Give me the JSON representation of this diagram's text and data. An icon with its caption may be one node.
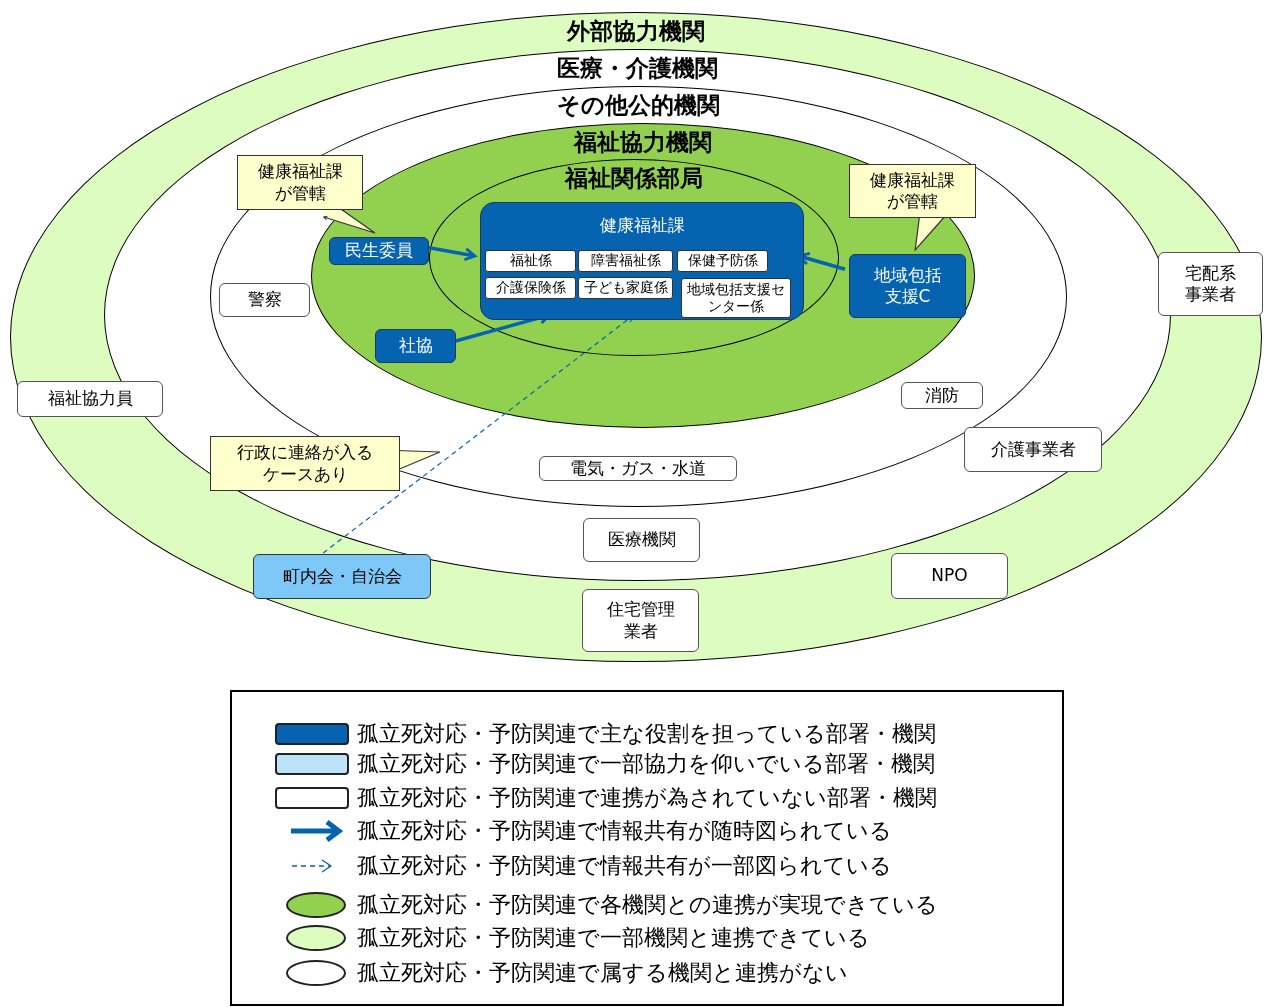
{
  "diagram": {
    "nodes": [
      {
        "text": [
          "外部協力機関"
        ]
      },
      {
        "text": [
          "医療・介護機関"
        ],
        "in": 0
      },
      {
        "text": [
          "その他公的機関"
        ],
        "in": 1
      },
      {
        "text": [
          "福祉協力機関"
        ],
        "in": 2
      },
      {
        "text": [
          "福祉関係部局"
        ],
        "in": 3
      },
      {
        "text": [
          "健康福祉課"
        ],
        "in": 4
      },
      {
        "text": [
          "福祉係"
        ],
        "in": 5
      },
      {
        "text": [
          "障害福祉係"
        ],
        "in": 5
      },
      {
        "text": [
          "保健予防係"
        ],
        "in": 5
      },
      {
        "text": [
          "介護保険係"
        ],
        "in": 5
      },
      {
        "text": [
          "子ども家庭係"
        ],
        "in": 5
      },
      {
        "text": [
          "地域包括支援センター係"
        ],
        "in": 5
      },
      {
        "text": [
          "健康福祉課が管轄"
        ],
        "in": 2
      },
      {
        "text": [
          "民生委員"
        ],
        "in": 3
      },
      {
        "text": [
          "健康福祉課が管轄"
        ],
        "in": 3
      },
      {
        "text": [
          "地域包括支援C"
        ],
        "in": 3
      },
      {
        "text": [
          "警察"
        ],
        "in": 2
      },
      {
        "text": [
          "社協"
        ],
        "in": 3
      },
      {
        "text": [
          "宅配系事業者"
        ],
        "in": 0
      },
      {
        "text": [
          "福祉協力員"
        ],
        "in": 0
      },
      {
        "text": [
          "消防"
        ],
        "in": 2
      },
      {
        "text": [
          "行政に連絡が入るケースあり"
        ],
        "in": 2
      },
      {
        "text": [
          "介護事業者"
        ],
        "in": 1
      },
      {
        "text": [
          "電気・ガス・水道"
        ],
        "in": 2
      },
      {
        "text": [
          "医療機関"
        ],
        "in": 1
      },
      {
        "text": [
          "町内会・自治会"
        ],
        "in": 0
      },
      {
        "text": [
          "NPO"
        ],
        "in": 0
      },
      {
        "text": [
          "住宅管理業者"
        ],
        "in": 0
      }
    ],
    "edges": [
      {
        "from": 13,
        "to": 5,
        "arrow": "to",
        "style": "thick"
      },
      {
        "from": 17,
        "to": 5,
        "arrow": "to",
        "style": "thick"
      },
      {
        "from": 15,
        "to": 5,
        "arrow": "to",
        "style": "thick"
      },
      {
        "from": 25,
        "to": 5,
        "arrow": "to",
        "style": "dashed"
      },
      {
        "from": 12,
        "to": 13,
        "arrow": "to",
        "color": "#333333"
      },
      {
        "from": 14,
        "to": 15,
        "arrow": "to",
        "color": "#333333"
      },
      {
        "from": 21,
        "to": null,
        "arrow": "to",
        "color": "#333333"
      }
    ],
    "legend": [
      {
        "text": "孤立死対応・予防関連で主な役割を担っている部署・機関",
        "color": "#0563b0"
      },
      {
        "text": "孤立死対応・予防関連で一部協力を仰いでいる部署・機関",
        "color": "#bde3fb"
      },
      {
        "text": "孤立死対応・予防関連で連携が為されていない部署・機関",
        "color": "#ffffff"
      },
      {
        "text": "孤立死対応・予防関連で情報共有が随時図られている"
      },
      {
        "text": "孤立死対応・予防関連で情報共有が一部図られている"
      },
      {
        "text": "孤立死対応・予防関連で各機関との連携が実現できている",
        "color": "#92d050"
      },
      {
        "text": "孤立死対応・予防関連で一部機関と連携できている",
        "color": "#dcfcc0"
      },
      {
        "text": "孤立死対応・予防関連で属する機関と連携がない",
        "color": "#ffffff"
      }
    ]
  }
}
